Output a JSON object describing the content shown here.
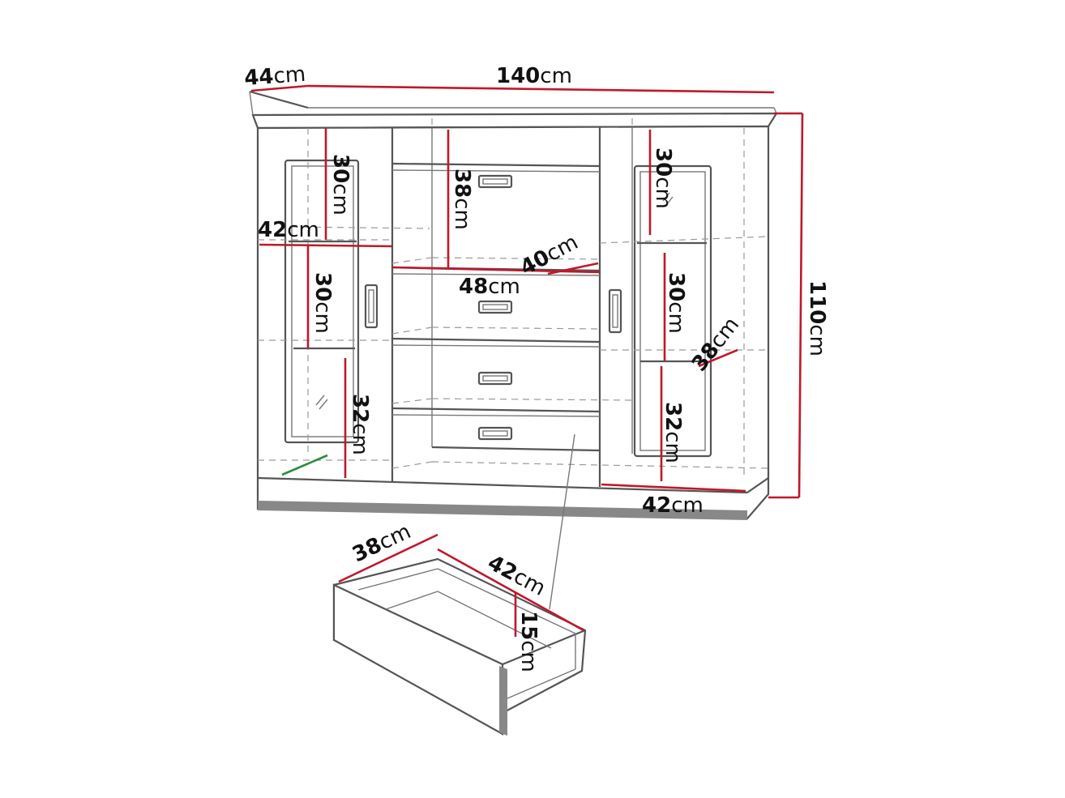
{
  "colors": {
    "dimension_line": "#c0182b",
    "depth_marker": "#2e8b3a",
    "outline": "#555555",
    "text": "#111111"
  },
  "dimensions": {
    "depth_top": {
      "value": "44",
      "unit": "cm"
    },
    "width_top": {
      "value": "140",
      "unit": "cm"
    },
    "height_total": {
      "value": "110",
      "unit": "cm"
    },
    "left_shelf_upper": {
      "value": "30",
      "unit": "cm"
    },
    "left_width": {
      "value": "42",
      "unit": "cm"
    },
    "left_shelf_middle": {
      "value": "30",
      "unit": "cm"
    },
    "left_shelf_lower": {
      "value": "32",
      "unit": "cm"
    },
    "center_compartment": {
      "value": "38",
      "unit": "cm"
    },
    "center_depth": {
      "value": "40",
      "unit": "cm"
    },
    "center_width": {
      "value": "48",
      "unit": "cm"
    },
    "right_shelf_upper": {
      "value": "30",
      "unit": "cm"
    },
    "right_shelf_middle": {
      "value": "30",
      "unit": "cm"
    },
    "right_depth": {
      "value": "38",
      "unit": "cm"
    },
    "right_shelf_lower": {
      "value": "32",
      "unit": "cm"
    },
    "right_width": {
      "value": "42",
      "unit": "cm"
    },
    "drawer_width": {
      "value": "38",
      "unit": "cm"
    },
    "drawer_depth": {
      "value": "42",
      "unit": "cm"
    },
    "drawer_height": {
      "value": "15",
      "unit": "cm"
    }
  }
}
